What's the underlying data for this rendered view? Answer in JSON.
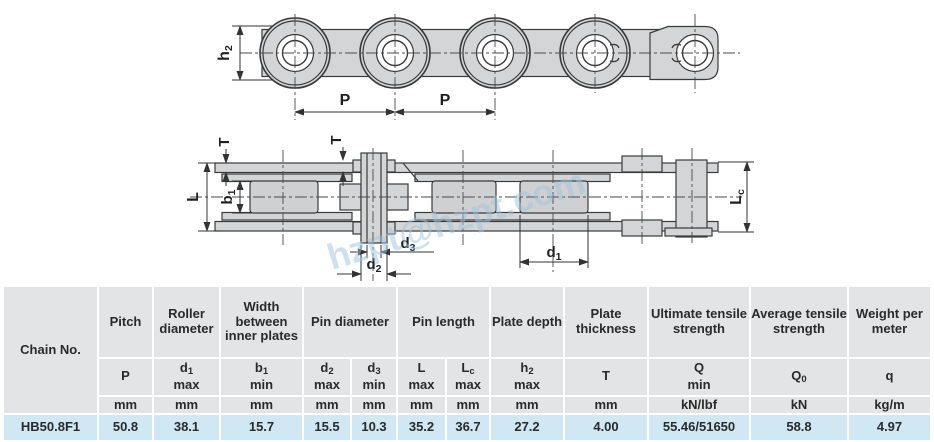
{
  "diagram": {
    "watermark": "hzpt@hzpt.com",
    "labels": {
      "h2": {
        "sym": "h",
        "sub": "2"
      },
      "p1": "P",
      "p2": "P",
      "t1": "T",
      "t2": "T",
      "L": "L",
      "b1": {
        "sym": "b",
        "sub": "1"
      },
      "d1": {
        "sym": "d",
        "sub": "1"
      },
      "d2": {
        "sym": "d",
        "sub": "2"
      },
      "d3": {
        "sym": "d",
        "sub": "3"
      },
      "Lc": {
        "sym": "L",
        "sub": "c"
      }
    }
  },
  "table": {
    "chain_no_header": "Chain No.",
    "groups": [
      {
        "label": "Pitch"
      },
      {
        "label": "Roller diameter"
      },
      {
        "label": "Width between inner plates"
      },
      {
        "label": "Pin diameter"
      },
      {
        "label": "Pin length"
      },
      {
        "label": "Plate depth"
      },
      {
        "label": "Plate thickness"
      },
      {
        "label": "Ultimate tensile strength"
      },
      {
        "label": "Average tensile strength"
      },
      {
        "label": "Weight per meter"
      }
    ],
    "symbols": [
      {
        "sym": "P",
        "sub": "",
        "qual": ""
      },
      {
        "sym": "d",
        "sub": "1",
        "qual": "max"
      },
      {
        "sym": "b",
        "sub": "1",
        "qual": "min"
      },
      {
        "sym": "d",
        "sub": "2",
        "qual": "max"
      },
      {
        "sym": "d",
        "sub": "3",
        "qual": "min"
      },
      {
        "sym": "L",
        "sub": "",
        "qual": "max"
      },
      {
        "sym": "L",
        "sub": "c",
        "qual": "max"
      },
      {
        "sym": "h",
        "sub": "2",
        "qual": "max"
      },
      {
        "sym": "T",
        "sub": "",
        "qual": ""
      },
      {
        "sym": "Q",
        "sub": "",
        "qual": "min"
      },
      {
        "sym": "Q",
        "sub": "0",
        "qual": ""
      },
      {
        "sym": "q",
        "sub": "",
        "qual": ""
      }
    ],
    "units": [
      "mm",
      "mm",
      "mm",
      "mm",
      "mm",
      "mm",
      "mm",
      "mm",
      "mm",
      "kN/lbf",
      "kN",
      "kg/m"
    ],
    "row": {
      "chain_no": "HB50.8F1",
      "values": [
        "50.8",
        "38.1",
        "15.7",
        "15.5",
        "10.3",
        "35.2",
        "36.7",
        "27.2",
        "4.00",
        "55.46/51650",
        "58.8",
        "4.97"
      ]
    }
  },
  "colors": {
    "header_bg": "#e3e4e5",
    "data_row_bg": "#cfe8f4",
    "metal_fill": "#d4d5d6",
    "line": "#3a3a3a",
    "watermark": "#9ec5de"
  }
}
